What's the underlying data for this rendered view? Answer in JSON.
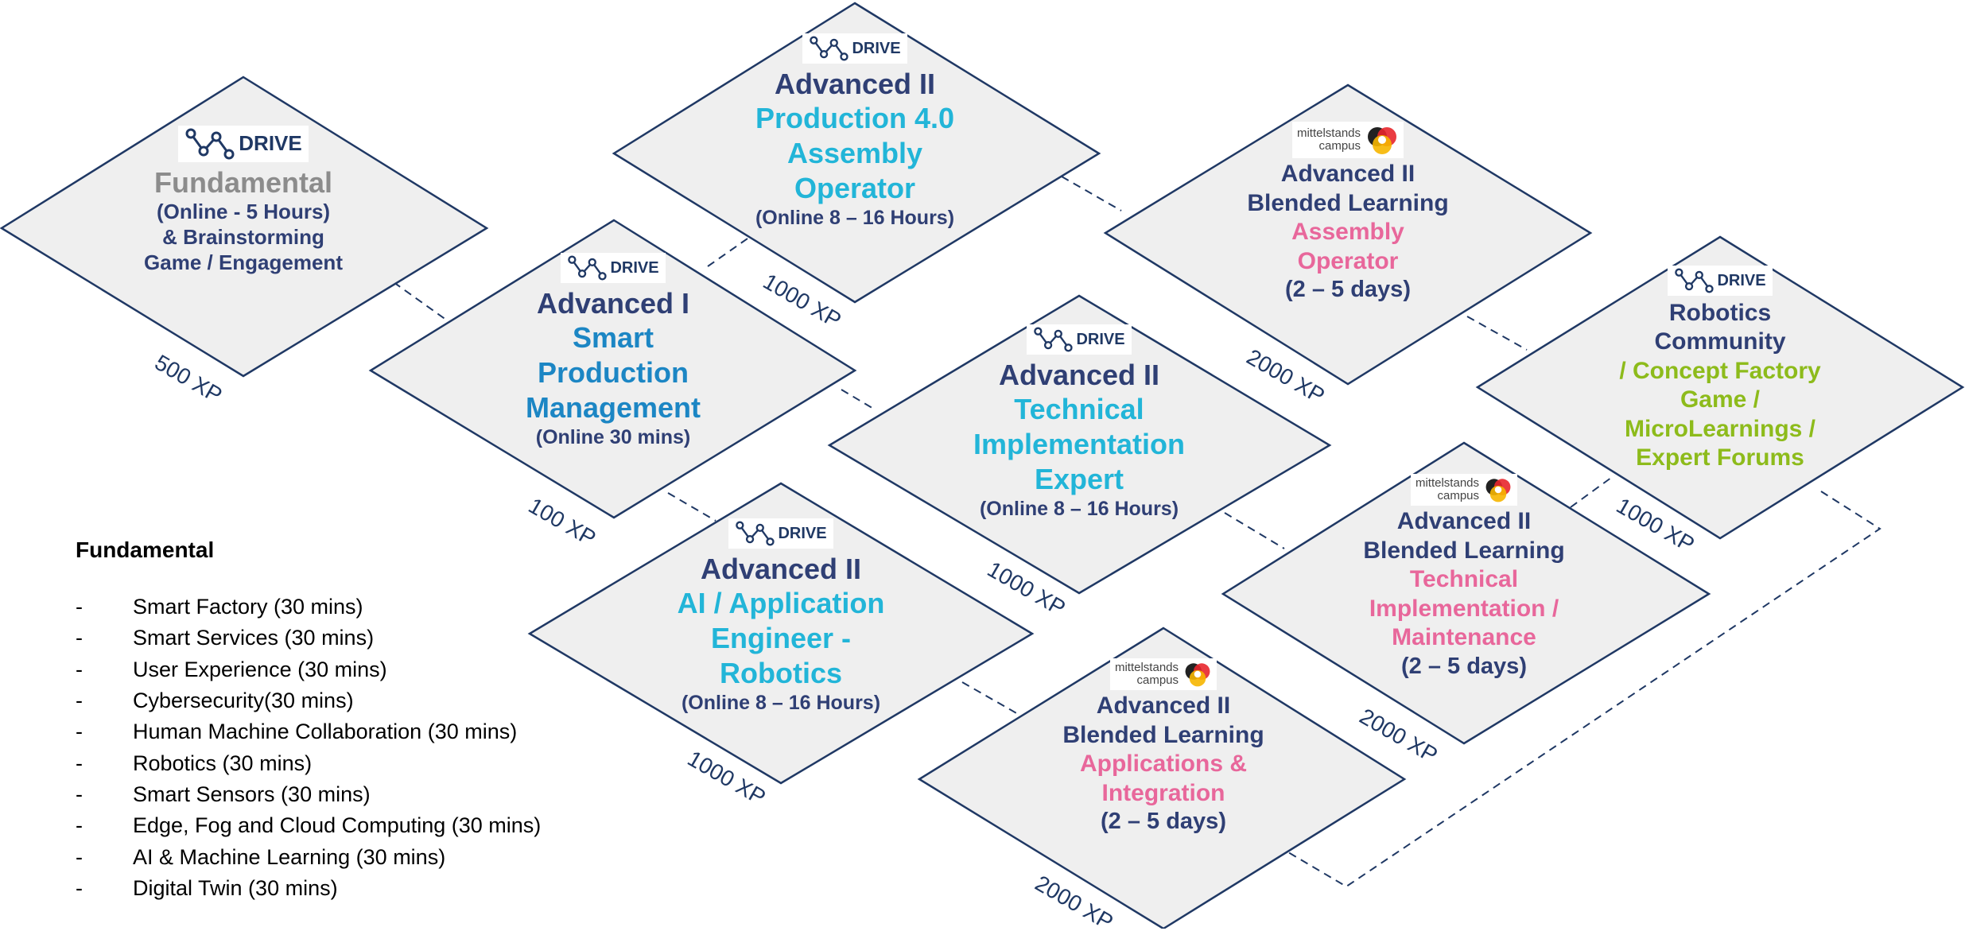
{
  "nodes": {
    "fundamental": {
      "logo": "DRIVE",
      "level": "Fundamental",
      "format": "(Online - 5 Hours)",
      "extra1": "& Brainstorming",
      "extra2": "Game / Engagement",
      "xp": "500 XP"
    },
    "advanced_i": {
      "logo": "DRIVE",
      "level": "Advanced I",
      "topic1": "Smart",
      "topic2": "Production",
      "topic3": "Management",
      "format": "(Online 30 mins)",
      "xp": "100 XP"
    },
    "production_40": {
      "logo": "DRIVE",
      "level": "Advanced II",
      "topic1": "Production 4.0",
      "topic2": "Assembly",
      "topic3": "Operator",
      "format": "(Online 8 – 16 Hours)",
      "xp": "1000 XP"
    },
    "blended_assembly": {
      "logo": "mittelstands campus",
      "level": "Advanced II",
      "subtitle": "Blended Learning",
      "topic1": "Assembly",
      "topic2": "Operator",
      "format": "(2 – 5 days)",
      "xp": "2000 XP"
    },
    "technical_expert": {
      "logo": "DRIVE",
      "level": "Advanced II",
      "topic1": "Technical",
      "topic2": "Implementation",
      "topic3": "Expert",
      "format": "(Online 8 – 16 Hours)",
      "xp": "1000 XP"
    },
    "ai_engineer": {
      "logo": "DRIVE",
      "level": "Advanced II",
      "topic1": "AI / Application",
      "topic2": "Engineer -",
      "topic3": "Robotics",
      "format": "(Online 8 – 16 Hours)",
      "xp": "1000 XP"
    },
    "robotics_community": {
      "logo": "DRIVE",
      "level1": "Robotics",
      "level2": "Community",
      "topic1": "/ Concept Factory",
      "topic2": "Game /",
      "topic3": "MicroLearnings /",
      "topic4": "Expert Forums",
      "xp": "1000 XP"
    },
    "blended_technical": {
      "logo": "mittelstands campus",
      "level": "Advanced II",
      "subtitle": "Blended Learning",
      "topic1": "Technical",
      "topic2": "Implementation /",
      "topic3": "Maintenance",
      "format": "(2 – 5 days)",
      "xp": "2000 XP"
    },
    "blended_applications": {
      "logo": "mittelstands campus",
      "level": "Advanced II",
      "subtitle": "Blended Learning",
      "topic1": "Applications &",
      "topic2": "Integration",
      "format": "(2 – 5 days)",
      "xp": "2000 XP"
    }
  },
  "logos": {
    "drive_text": "DRIVE",
    "mc_line1": "mittelstands",
    "mc_line2": "campus"
  },
  "legend": {
    "title": "Fundamental",
    "bullet": "-",
    "items": [
      "Smart Factory (30 mins)",
      "Smart Services (30 mins)",
      "User Experience (30 mins)",
      "Cybersecurity(30 mins)",
      "Human Machine Collaboration (30 mins)",
      "Robotics (30 mins)",
      "Smart Sensors (30 mins)",
      "Edge, Fog and Cloud Computing (30 mins)",
      "AI & Machine Learning (30 mins)",
      "Digital Twin (30 mins)"
    ]
  },
  "colors": {
    "navy": "#2f3f74",
    "grey": "#8c8c8c",
    "cyan": "#22b5d8",
    "blue": "#1c86c4",
    "pink": "#e8679b",
    "green": "#8dbb1b",
    "diamond_fill": "#efefef",
    "outline": "#1f3864"
  }
}
